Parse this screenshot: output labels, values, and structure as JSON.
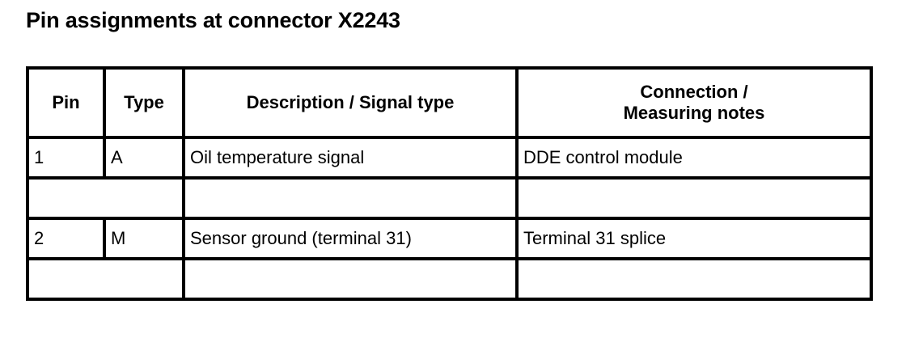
{
  "document": {
    "title": "Pin assignments at connector X2243",
    "colors": {
      "text": "#000000",
      "background": "#ffffff",
      "border": "#000000"
    }
  },
  "table": {
    "headers": {
      "pin": "Pin",
      "type": "Type",
      "description": "Description / Signal type",
      "connection_line1": "Connection /",
      "connection_line2": "Measuring notes"
    },
    "rows": [
      {
        "pin": "1",
        "type": "A",
        "description": "Oil temperature signal",
        "connection": "DDE control module"
      },
      {
        "pin": "",
        "type": "",
        "description": "",
        "connection": ""
      },
      {
        "pin": "2",
        "type": "M",
        "description": "Sensor ground (terminal 31)",
        "connection": "Terminal 31 splice"
      },
      {
        "pin": "",
        "type": "",
        "description": "",
        "connection": ""
      }
    ]
  }
}
